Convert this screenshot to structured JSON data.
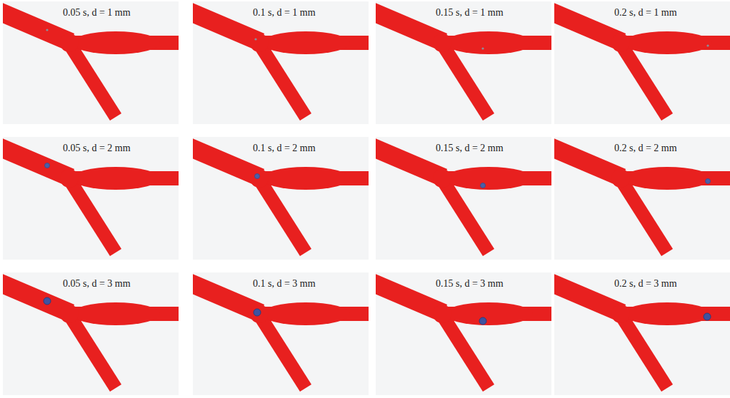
{
  "diagram": {
    "labels": [
      "0.05 s, d = 1 mm",
      "0.1 s, d = 1 mm",
      "0.15 s, d = 1 mm",
      "0.2 s, d = 1 mm",
      "0.05 s, d = 2 mm",
      "0.1 s, d = 2 mm",
      "0.15 s, d = 2 mm",
      "0.2 s, d = 2 mm",
      "0.05 s, d = 3 mm",
      "0.1 s, d = 3 mm",
      "0.15 s, d = 3 mm",
      "0.2 s, d = 3 mm"
    ]
  }
}
